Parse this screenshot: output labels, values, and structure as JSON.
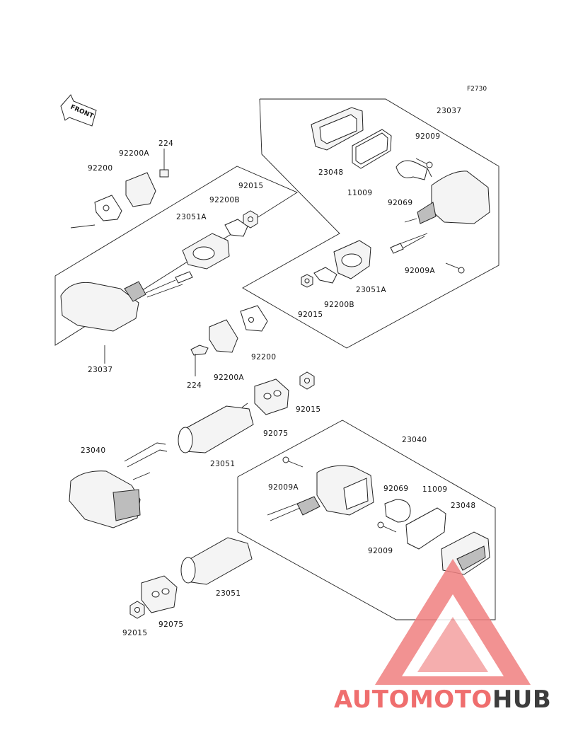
{
  "diagram_code": "F2730",
  "front_label": "FRONT",
  "labels": {
    "l23037_top": "23037",
    "l92009_top": "92009",
    "l23048_top": "23048",
    "l11009_top": "11009",
    "l92069_top": "92069",
    "l92009A_top": "92009A",
    "l23051A_right": "23051A",
    "l92200B_right": "92200B",
    "l92015_right": "92015",
    "l224_top": "224",
    "l92200A_top": "92200A",
    "l92200_top": "92200",
    "l92015_left": "92015",
    "l92200B_left": "92200B",
    "l23051A_left": "23051A",
    "l23037_left": "23037",
    "l92200_mid": "92200",
    "l224_mid": "224",
    "l92200A_mid": "92200A",
    "l92015_mid": "92015",
    "l92075_mid": "92075",
    "l23040_left": "23040",
    "l23051_mid": "23051",
    "l23040_right": "23040",
    "l92009A_bottom": "92009A",
    "l92069_bottom": "92069",
    "l11009_bottom": "11009",
    "l23048_bottom": "23048",
    "l92009_bottom": "92009",
    "l23051_bottom": "23051",
    "l92015_bottom": "92015",
    "l92075_bottom": "92075"
  },
  "watermark": {
    "part1": "AUTOMOTO",
    "part2": "HUB",
    "color_light": "#f3a94a",
    "color_main": "#ef6e6e",
    "color_dark": "#3d3d3d"
  }
}
